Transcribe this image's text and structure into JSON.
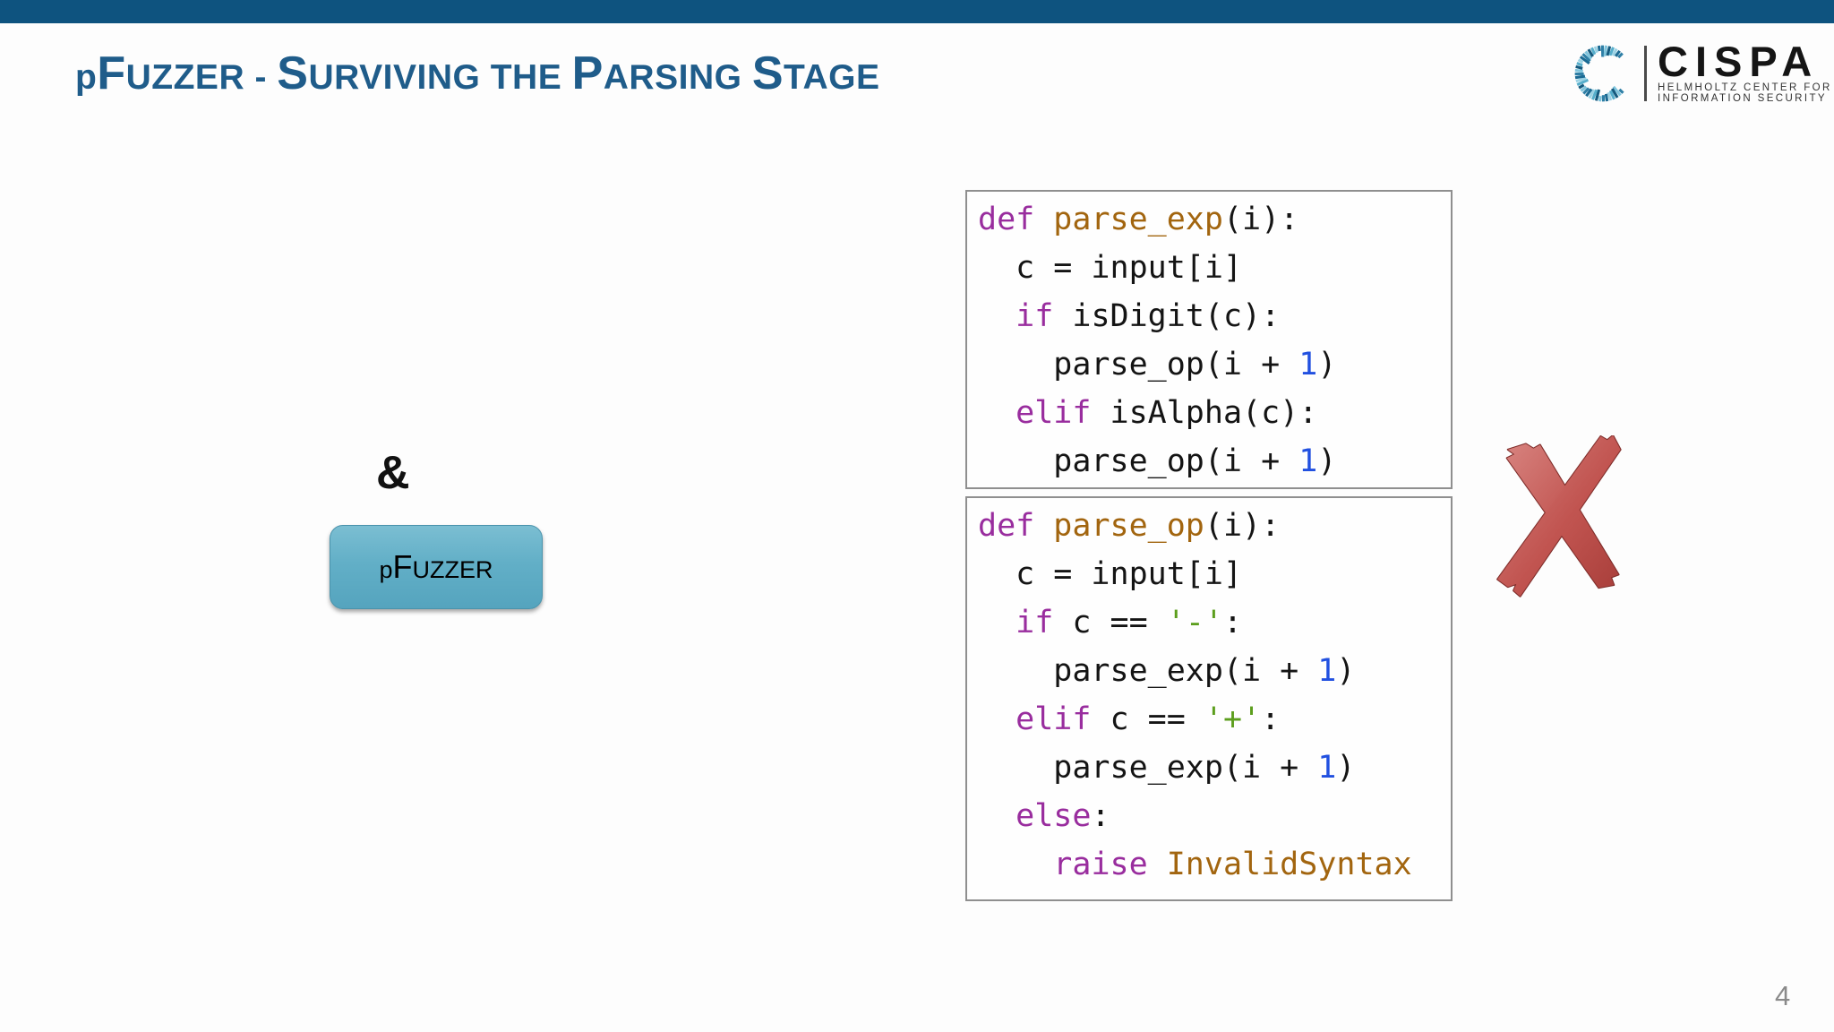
{
  "slide": {
    "title": "pFuzzer - Surviving the Parsing Stage",
    "page_number": "4",
    "background_color": "#FDFDFD"
  },
  "header": {
    "bar_color": "#0E537F",
    "title_color": "#1F5C8A"
  },
  "logo": {
    "wordmark": "CISPA",
    "subtitle_line1": "HELMHOLTZ CENTER FOR",
    "subtitle_line2": "INFORMATION SECURITY",
    "ring_colors": [
      "#2E7FA6",
      "#7FC4DC",
      "#145A7E",
      "#56AECB",
      "#9BD2E4",
      "#1B6A93"
    ]
  },
  "diagram": {
    "ampersand": "&",
    "fuzzer_label": "pFuzzer",
    "fuzzer_box_color": "#62AFC7",
    "rejection_icon": "red-cross",
    "cross_color": "#BE4B47"
  },
  "code": {
    "syntax_colors": {
      "keyword": "#992D9E",
      "function": "#A2650F",
      "string": "#5C9E1D",
      "number": "#2150E0",
      "default": "#141414"
    },
    "blocks": [
      {
        "name": "parse_exp",
        "lines": [
          [
            [
              "kw",
              "def"
            ],
            [
              "pl",
              " "
            ],
            [
              "fn",
              "parse_exp"
            ],
            [
              "pl",
              "(i):"
            ]
          ],
          [
            [
              "pl",
              "  c = input[i]"
            ]
          ],
          [
            [
              "pl",
              "  "
            ],
            [
              "kw",
              "if"
            ],
            [
              "pl",
              " isDigit(c):"
            ]
          ],
          [
            [
              "pl",
              "    parse_op(i + "
            ],
            [
              "num",
              "1"
            ],
            [
              "pl",
              ")"
            ]
          ],
          [
            [
              "pl",
              "  "
            ],
            [
              "kw",
              "elif"
            ],
            [
              "pl",
              " isAlpha(c):"
            ]
          ],
          [
            [
              "pl",
              "    parse_op(i + "
            ],
            [
              "num",
              "1"
            ],
            [
              "pl",
              ")"
            ]
          ]
        ]
      },
      {
        "name": "parse_op",
        "lines": [
          [
            [
              "kw",
              "def"
            ],
            [
              "pl",
              " "
            ],
            [
              "fn",
              "parse_op"
            ],
            [
              "pl",
              "(i):"
            ]
          ],
          [
            [
              "pl",
              "  c = input[i]"
            ]
          ],
          [
            [
              "pl",
              "  "
            ],
            [
              "kw",
              "if"
            ],
            [
              "pl",
              " c == "
            ],
            [
              "str",
              "'-'"
            ],
            [
              "pl",
              ":"
            ]
          ],
          [
            [
              "pl",
              "    parse_exp(i + "
            ],
            [
              "num",
              "1"
            ],
            [
              "pl",
              ")"
            ]
          ],
          [
            [
              "pl",
              "  "
            ],
            [
              "kw",
              "elif"
            ],
            [
              "pl",
              " c == "
            ],
            [
              "str",
              "'+'"
            ],
            [
              "pl",
              ":"
            ]
          ],
          [
            [
              "pl",
              "    parse_exp(i + "
            ],
            [
              "num",
              "1"
            ],
            [
              "pl",
              ")"
            ]
          ],
          [
            [
              "pl",
              "  "
            ],
            [
              "kw",
              "else"
            ],
            [
              "pl",
              ":"
            ]
          ],
          [
            [
              "pl",
              "    "
            ],
            [
              "kw",
              "raise"
            ],
            [
              "pl",
              " "
            ],
            [
              "fn",
              "InvalidSyntax"
            ]
          ]
        ]
      }
    ]
  }
}
